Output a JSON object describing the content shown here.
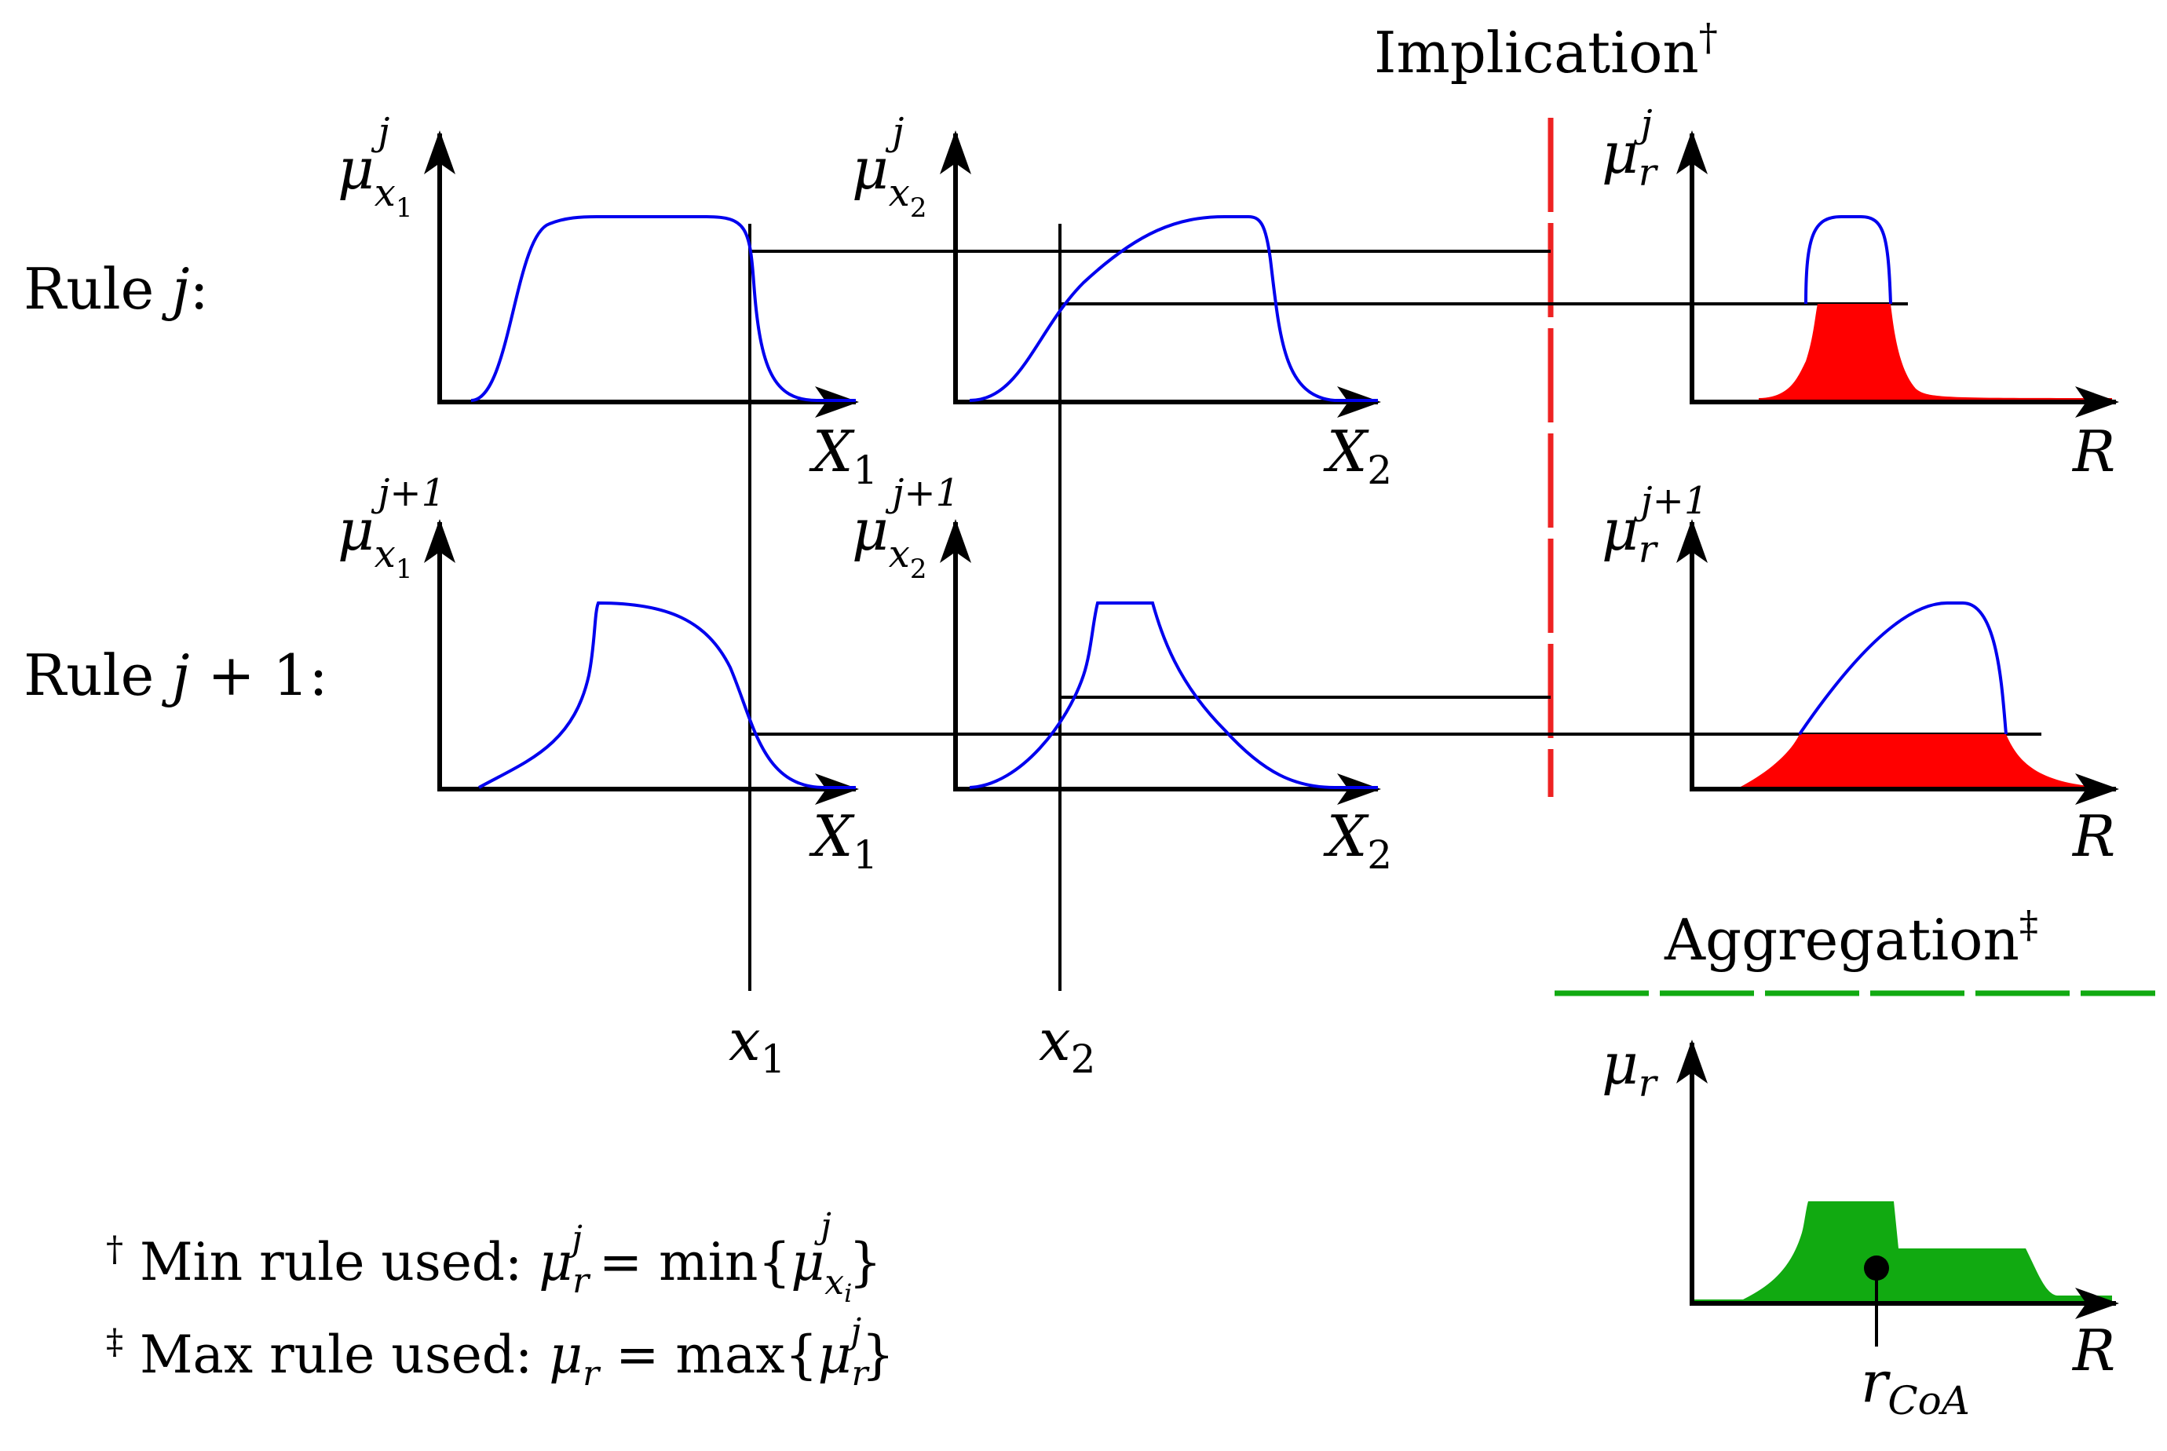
{
  "titles": {
    "implication": "Implication",
    "implication_mark": "†",
    "aggregation": "Aggregation",
    "aggregation_mark": "‡"
  },
  "rules": [
    {
      "label_prefix": "Rule ",
      "label_var": "j",
      "label_suffix": ":"
    },
    {
      "label_prefix": "Rule ",
      "label_var": "j",
      "label_op": " + 1",
      "label_suffix": ":"
    }
  ],
  "axes": {
    "mu": "μ",
    "x1_sub": "x",
    "x1_sub_index": "1",
    "x2_sub": "x",
    "x2_sub_index": "2",
    "r_sub": "r",
    "sup_j": "j",
    "sup_j1": "j+1",
    "X1": "X",
    "X1_index": "1",
    "X2": "X",
    "X2_index": "2",
    "R": "R"
  },
  "inputs": {
    "x1": "x",
    "x1_index": "1",
    "x2": "x",
    "x2_index": "2"
  },
  "result": {
    "r": "r",
    "r_sub": "CoA"
  },
  "footnotes": [
    {
      "mark": "†",
      "text": " Min rule used: ",
      "formula_lhs": "μ",
      "formula_lhs_sub": "r",
      "formula_lhs_sup": "j",
      "eq": " = min{",
      "formula_rhs": "μ",
      "formula_rhs_sub": "x",
      "formula_rhs_sub_index": "i",
      "formula_rhs_sup": "j",
      "close": "}"
    },
    {
      "mark": "‡",
      "text": " Max rule used: ",
      "formula_lhs": "μ",
      "formula_lhs_sub": "r",
      "eq": " = max{",
      "formula_rhs": "μ",
      "formula_rhs_sub": "r",
      "formula_rhs_sup": "j",
      "close": "}"
    }
  ],
  "colors": {
    "membership": "#0000ee",
    "implication_fill": "#ff0000",
    "implication_line": "#ee2222",
    "aggregation": "#11aa11",
    "axis": "#000000"
  }
}
